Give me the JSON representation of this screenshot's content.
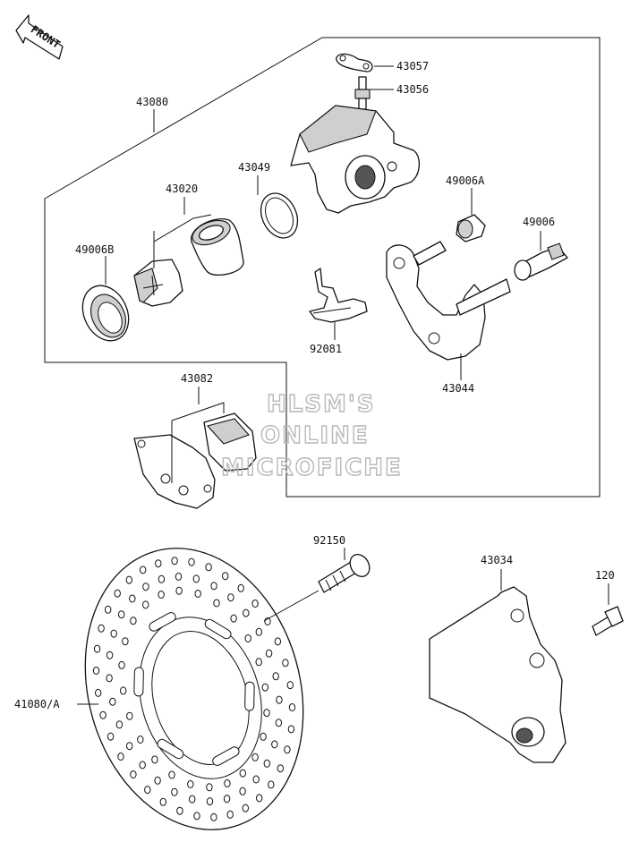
{
  "front_arrow": {
    "text": "FRONT"
  },
  "callouts": {
    "c43057": "43057",
    "c43056": "43056",
    "c43080": "43080",
    "c43049": "43049",
    "c43020": "43020",
    "c49006A": "49006A",
    "c49006": "49006",
    "c49006B": "49006B",
    "c92081": "92081",
    "c43044": "43044",
    "c43082": "43082",
    "c92150": "92150",
    "c43034": "43034",
    "c120": "120",
    "c41080A": "41080/A"
  },
  "watermark": {
    "line1": "HLSM'S",
    "line2": "ONLINE",
    "line3": "MICROFICHE"
  }
}
